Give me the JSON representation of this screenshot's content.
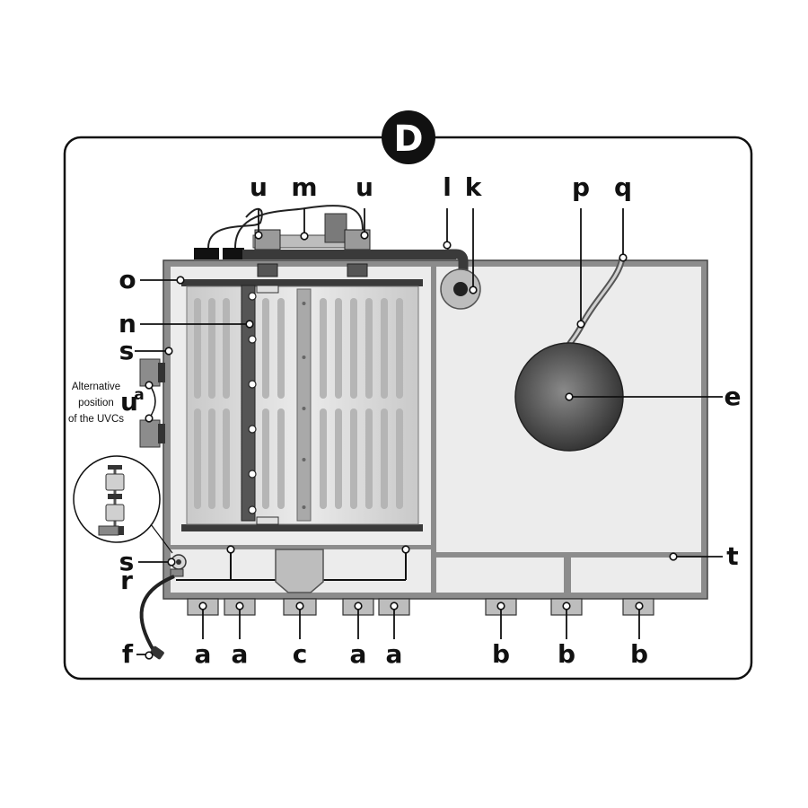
{
  "figure": {
    "badge": "D",
    "note": [
      "Alternative",
      "position",
      "of the UVCs"
    ],
    "labels": {
      "u1": "u",
      "m": "m",
      "u2": "u",
      "l": "l",
      "k": "k",
      "p": "p",
      "q": "q",
      "o": "o",
      "n": "n",
      "s1": "s",
      "ua": "u",
      "ua_sup": "a",
      "e": "e",
      "s2": "s",
      "r": "r",
      "t": "t",
      "f": "f",
      "a1": "a",
      "a2": "a",
      "c": "c",
      "a3": "a",
      "a4": "a",
      "b1": "b",
      "b2": "b",
      "b3": "b"
    }
  },
  "colors": {
    "outline": "#111111",
    "tank_wall": "#8c8c8c",
    "tank_fill": "#ececec",
    "drum_body": "#d9d9d9",
    "drum_slot": "#b5b5b5",
    "pipe": "#3a3a3a",
    "weight": "#4a4a4a"
  }
}
